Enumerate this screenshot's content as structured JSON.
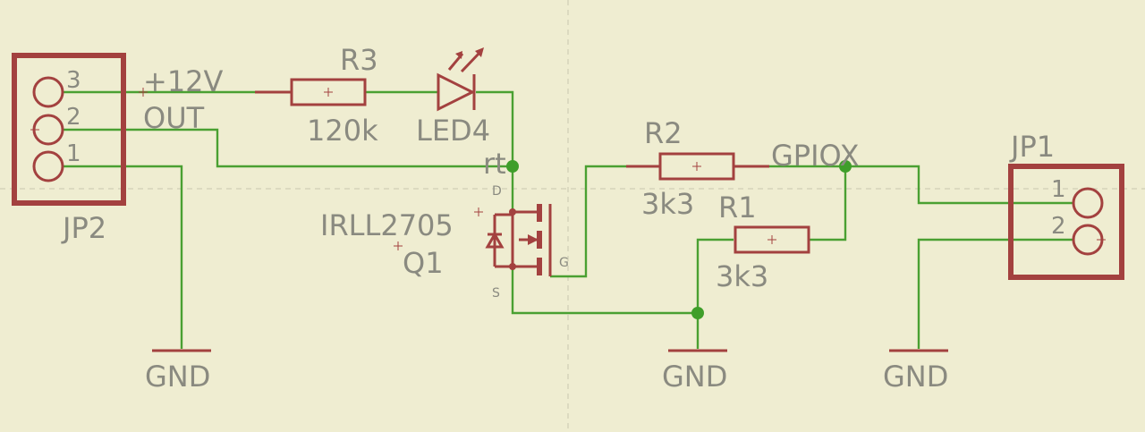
{
  "schematic": {
    "connectors": {
      "jp2": {
        "name": "JP2",
        "pins": [
          "3",
          "2",
          "1"
        ]
      },
      "jp1": {
        "name": "JP1",
        "pins": [
          "1",
          "2"
        ]
      }
    },
    "nets": {
      "v12": "+12V",
      "out": "OUT",
      "rt": "rt",
      "gpiox": "GPIOX",
      "gnd": "GND"
    },
    "resistors": {
      "r3": {
        "name": "R3",
        "value": "120k"
      },
      "r2": {
        "name": "R2",
        "value": "3k3"
      },
      "r1": {
        "name": "R1",
        "value": "3k3"
      }
    },
    "led": {
      "name": "LED4"
    },
    "mosfet": {
      "part": "IRLL2705",
      "name": "Q1",
      "pin_d": "D",
      "pin_g": "G",
      "pin_s": "S"
    },
    "colors": {
      "background": "#efedd1",
      "symbol": "#a3413f",
      "wire": "#4aa032",
      "text": "#8a8a80"
    }
  }
}
